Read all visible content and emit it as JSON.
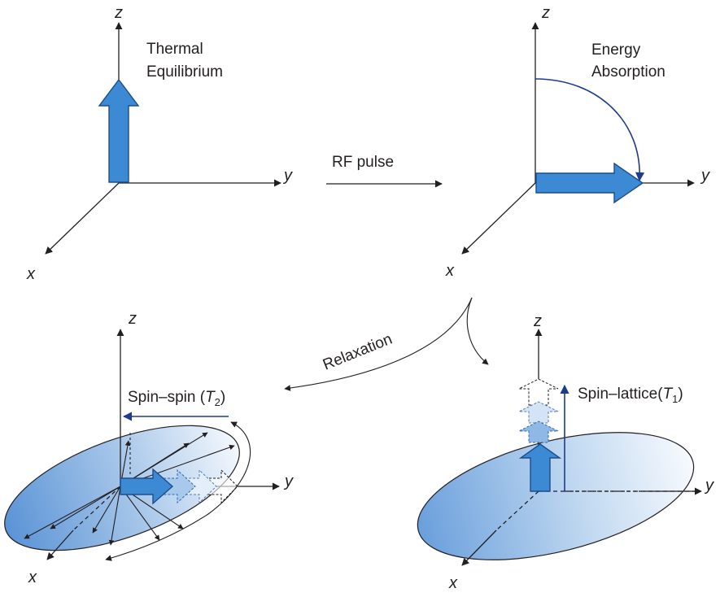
{
  "panels": {
    "thermal": {
      "title_line1": "Thermal",
      "title_line2": "Equilibrium",
      "axis_x": "x",
      "axis_y": "y",
      "axis_z": "z"
    },
    "absorption": {
      "title_line1": "Energy",
      "title_line2": "Absorption",
      "axis_x": "x",
      "axis_y": "y",
      "axis_z": "z"
    },
    "spin_spin": {
      "label_prefix": "Spin–spin (",
      "label_symbol": "T",
      "label_sub": "2",
      "label_suffix": ")",
      "axis_x": "x",
      "axis_y": "y",
      "axis_z": "z"
    },
    "spin_lattice": {
      "label_prefix": "Spin–lattice(",
      "label_symbol": "T",
      "label_sub": "1",
      "label_suffix": ")",
      "axis_x": "x",
      "axis_y": "y",
      "axis_z": "z"
    }
  },
  "transitions": {
    "rf_pulse": "RF pulse",
    "relaxation": "Relaxation"
  },
  "colors": {
    "magnetization_fill": "#3d8ad4",
    "magnetization_stroke": "#1c4d8c",
    "annotation_blue": "#1f3b8f",
    "axis": "#231f20"
  }
}
